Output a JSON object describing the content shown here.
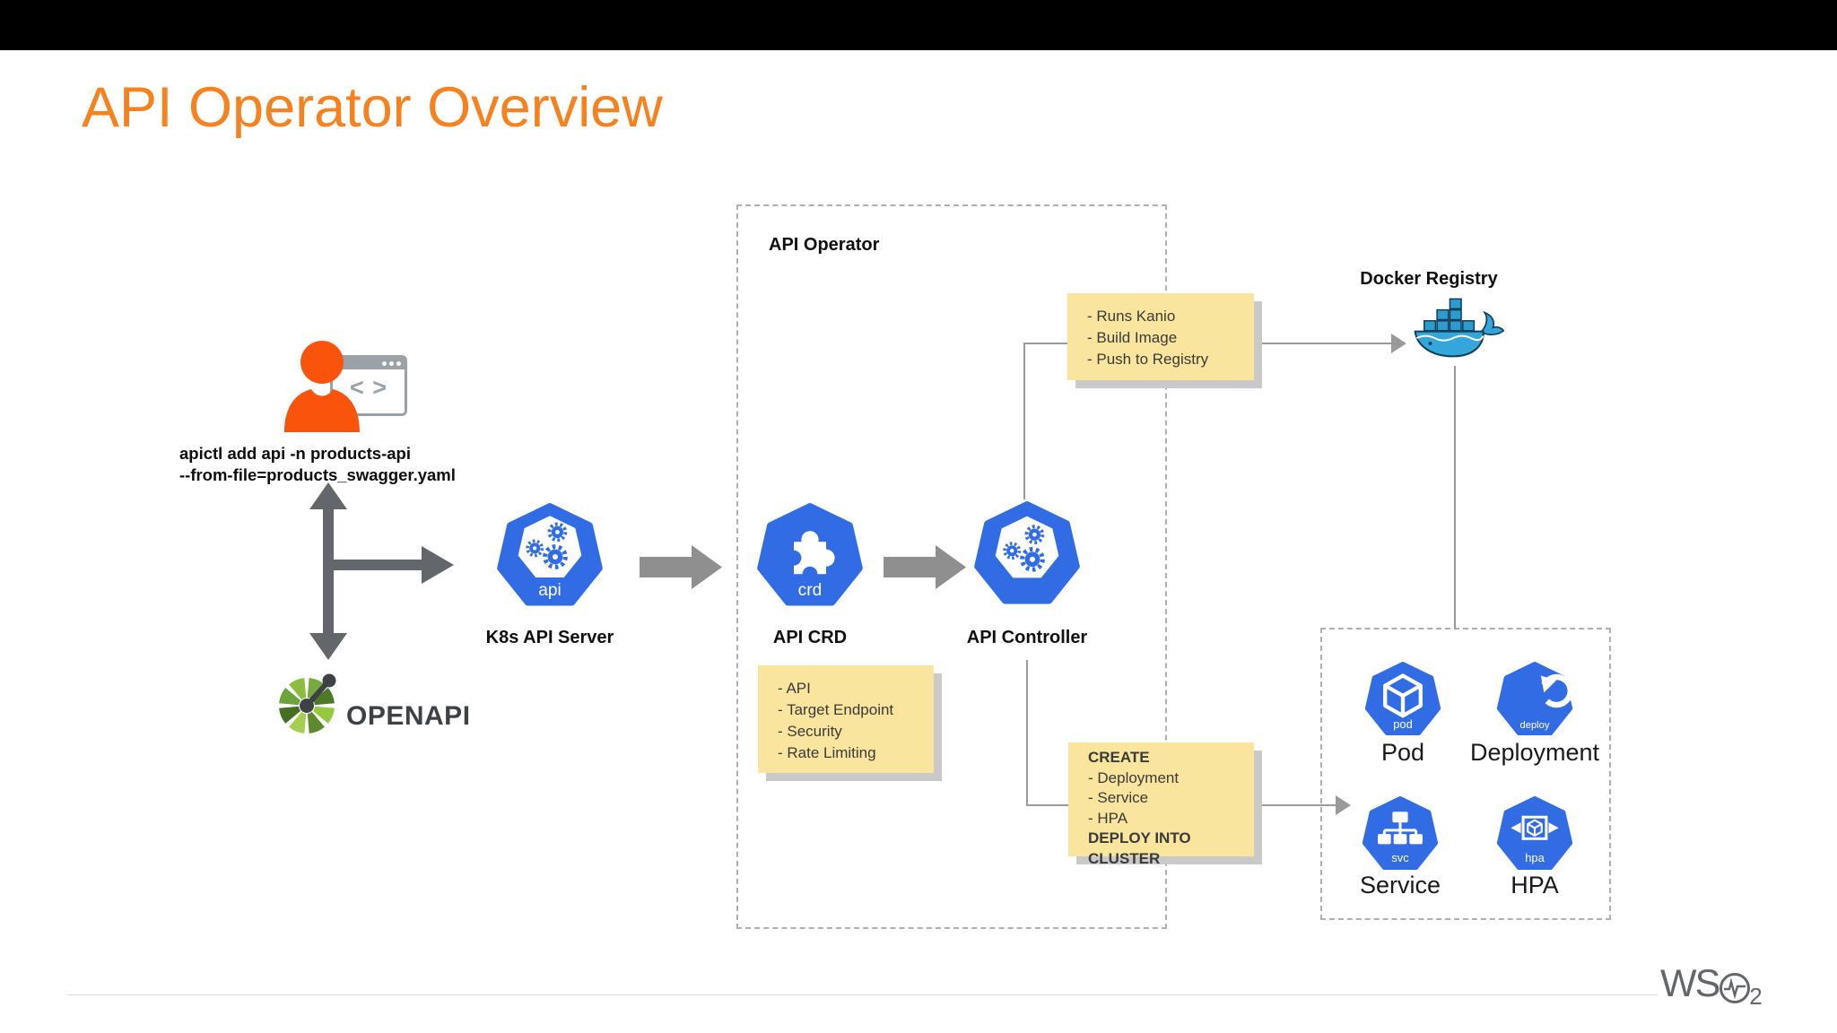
{
  "slide": {
    "title": "API Operator Overview"
  },
  "developer": {
    "command_line1": "apictl add api -n products-api",
    "command_line2": "--from-file=products_swagger.yaml",
    "code_glyph": "< >"
  },
  "openapi": {
    "wordmark": "OPENAPI"
  },
  "api_operator_box": {
    "label": "API Operator"
  },
  "nodes": {
    "k8s_api_server": {
      "label": "K8s API Server",
      "badge": "api"
    },
    "api_crd": {
      "label": "API CRD",
      "badge": "crd"
    },
    "api_controller": {
      "label": "API Controller"
    },
    "docker_registry": {
      "label": "Docker Registry"
    },
    "pod": {
      "label": "Pod",
      "badge": "pod"
    },
    "deployment": {
      "label": "Deployment",
      "badge": "deploy"
    },
    "service": {
      "label": "Service",
      "badge": "svc"
    },
    "hpa": {
      "label": "HPA",
      "badge": "hpa"
    }
  },
  "notes": {
    "build_steps": {
      "lines": [
        "- Runs Kanio",
        "- Build Image",
        "- Push to Registry"
      ]
    },
    "crd_fields": {
      "lines": [
        "- API",
        "- Target Endpoint",
        "- Security",
        "- Rate Limiting"
      ]
    },
    "create": {
      "heading": "CREATE",
      "lines": [
        "- Deployment",
        "- Service",
        "- HPA"
      ],
      "footer": "DEPLOY INTO CLUSTER"
    }
  },
  "footer": {
    "brand_prefix": "WS",
    "brand_suffix": "2"
  },
  "colors": {
    "title_orange": "#F5821F",
    "person_orange": "#FA540C",
    "k8s_blue": "#326CE5",
    "note_yellow": "#FAE59E",
    "note_shadow": "#C9C9C9",
    "docker_blue": "#33A6DC",
    "arrow_dark_gray": "#63666A",
    "block_arrow_gray": "#8F8F8F",
    "connector_gray": "#9A9A9A"
  }
}
